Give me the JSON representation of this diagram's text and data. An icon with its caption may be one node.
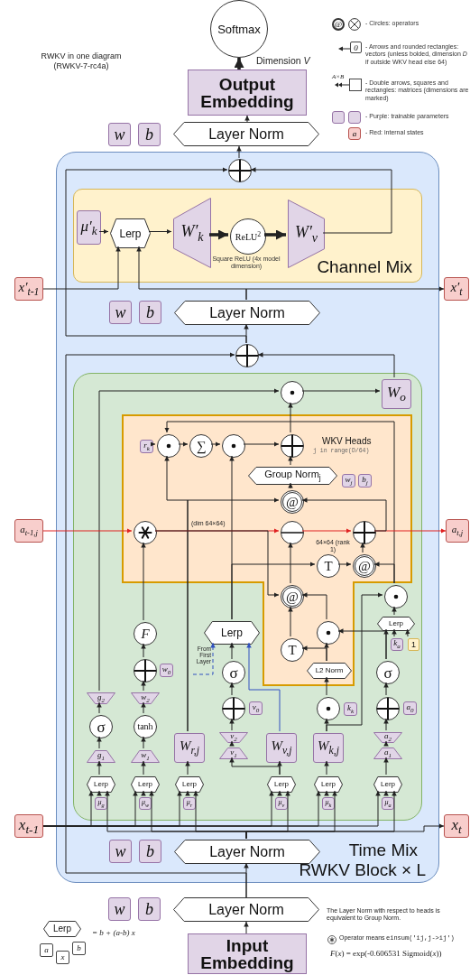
{
  "diagram": {
    "title": "RWKV in one diagram (RWKV-7-rc4a)",
    "nodes": [
      {
        "text": [
          "Softmax"
        ]
      },
      {
        "text": [
          "Output Embedding"
        ]
      },
      {
        "text": [
          "Layer Norm"
        ]
      },
      {
        "text": [
          "w"
        ]
      },
      {
        "text": [
          "b"
        ]
      },
      {
        "text": [
          "RWKV Block × L"
        ]
      },
      {
        "text": [],
        "shape": "circle",
        "in": 5
      },
      {
        "text": [
          "Channel Mix"
        ],
        "in": 5
      },
      {
        "text": [
          "μ′$_{k}$"
        ],
        "in": 7
      },
      {
        "text": [
          "Lerp"
        ],
        "in": 7
      },
      {
        "text": [
          "W′$_{k}$"
        ],
        "in": 7
      },
      {
        "text": [
          "ReLU$^{2}$"
        ],
        "beside": [
          "Square ReLU (4x model dimension)"
        ],
        "in": 7
      },
      {
        "text": [
          "W′$_{v}$"
        ],
        "in": 7
      },
      {
        "text": [
          "x′$_{t-1}$"
        ]
      },
      {
        "text": [
          "x′$_{t}$"
        ]
      },
      {
        "text": [
          "w"
        ],
        "in": 5
      },
      {
        "text": [
          "b"
        ],
        "in": 5
      },
      {
        "text": [
          "Layer Norm"
        ],
        "in": 5
      },
      {
        "text": [],
        "shape": "circle",
        "in": 5
      },
      {
        "text": [
          "Time Mix"
        ],
        "in": 5
      },
      {
        "text": [
          "W$_{o}$"
        ],
        "in": 19
      },
      {
        "text": [],
        "shape": "circle",
        "in": 19
      },
      {
        "text": [
          "WKV Heads",
          "j in range(D/64)"
        ],
        "in": 19
      },
      {
        "text": [
          "r$_{k}$"
        ],
        "in": 22
      },
      {
        "text": [],
        "shape": "circle",
        "in": 22
      },
      {
        "text": [
          "∑"
        ],
        "in": 22
      },
      {
        "text": [],
        "shape": "circle",
        "in": 22
      },
      {
        "text": [],
        "shape": "circle",
        "in": 22
      },
      {
        "text": [
          "Group Norm$_{j}$"
        ],
        "in": 22
      },
      {
        "text": [
          "w$_{j}$"
        ],
        "in": 22
      },
      {
        "text": [
          "b$_{j}$"
        ],
        "in": 22
      },
      {
        "text": [
          "@"
        ],
        "in": 22
      },
      {
        "text": [
          "a$_{t-1,j}$"
        ]
      },
      {
        "text": [],
        "shape": "circle",
        "in": 22
      },
      {
        "text": [],
        "shape": "circle",
        "in": 22
      },
      {
        "text": [],
        "shape": "circle",
        "in": 22
      },
      {
        "text": [
          "a$_{t,j}$"
        ]
      },
      {
        "text": [
          "T"
        ],
        "in": 22
      },
      {
        "text": [
          "@"
        ],
        "in": 22
      },
      {
        "text": [
          "@"
        ],
        "in": 22
      },
      {
        "text": [],
        "shape": "circle",
        "in": 22
      },
      {
        "text": [
          "T"
        ],
        "in": 22
      },
      {
        "text": [
          "L2 Norm"
        ],
        "in": 22
      },
      {
        "text": [],
        "shape": "circle",
        "in": 19
      },
      {
        "text": [
          "Lerp"
        ],
        "in": 19
      },
      {
        "text": [
          "k$_{a}$"
        ],
        "in": 19
      },
      {
        "text": [
          "1"
        ],
        "in": 19
      },
      {
        "text": [
          "F"
        ],
        "in": 19
      },
      {
        "text": [
          "Lerp"
        ],
        "in": 19
      },
      {
        "text": [
          "σ"
        ],
        "in": 19
      },
      {
        "text": [
          "σ"
        ],
        "in": 19
      },
      {
        "text": [],
        "shape": "circle",
        "in": 19
      },
      {
        "text": [
          "w$_{0}$"
        ],
        "in": 19
      },
      {
        "text": [],
        "shape": "circle",
        "in": 19
      },
      {
        "text": [
          "v$_{0}$"
        ],
        "in": 19
      },
      {
        "text": [],
        "shape": "circle",
        "in": 19
      },
      {
        "text": [
          "k$_{k}$"
        ],
        "in": 19
      },
      {
        "text": [],
        "shape": "circle",
        "in": 19
      },
      {
        "text": [
          "a$_{0}$"
        ],
        "in": 19
      },
      {
        "text": [
          "g$_{2}$"
        ],
        "in": 19
      },
      {
        "text": [
          "w$_{2}$"
        ],
        "in": 19
      },
      {
        "text": [
          "σ"
        ],
        "in": 19
      },
      {
        "text": [
          "tanh"
        ],
        "in": 19
      },
      {
        "text": [
          "W$_{r,j}$"
        ],
        "in": 19
      },
      {
        "text": [
          "v$_{2}$"
        ],
        "in": 19
      },
      {
        "text": [
          "W$_{v,j}$"
        ],
        "in": 19
      },
      {
        "text": [
          "W$_{k,j}$"
        ],
        "in": 19
      },
      {
        "text": [
          "a$_{2}$"
        ],
        "in": 19
      },
      {
        "text": [
          "g$_{1}$"
        ],
        "in": 19
      },
      {
        "text": [
          "w$_{1}$"
        ],
        "in": 19
      },
      {
        "text": [
          "v$_{1}$"
        ],
        "in": 19
      },
      {
        "text": [
          "a$_{1}$"
        ],
        "in": 19
      },
      {
        "text": [
          "Lerp"
        ],
        "in": 19
      },
      {
        "text": [
          "Lerp"
        ],
        "in": 19
      },
      {
        "text": [
          "Lerp"
        ],
        "in": 19
      },
      {
        "text": [
          "Lerp"
        ],
        "in": 19
      },
      {
        "text": [
          "Lerp"
        ],
        "in": 19
      },
      {
        "text": [
          "Lerp"
        ],
        "in": 19
      },
      {
        "text": [
          "μ$_{g}$"
        ],
        "in": 19
      },
      {
        "text": [
          "μ$_{w}$"
        ],
        "in": 19
      },
      {
        "text": [
          "μ$_{r}$"
        ],
        "in": 19
      },
      {
        "text": [
          "μ$_{v}$"
        ],
        "in": 19
      },
      {
        "text": [
          "μ$_{k}$"
        ],
        "in": 19
      },
      {
        "text": [
          "μ$_{a}$"
        ],
        "in": 19
      },
      {
        "text": [
          "x$_{t-1}$"
        ]
      },
      {
        "text": [
          "x$_{t}$"
        ]
      },
      {
        "text": [
          "w"
        ],
        "in": 5
      },
      {
        "text": [
          "b"
        ],
        "in": 5
      },
      {
        "text": [
          "Layer Norm"
        ],
        "in": 5
      },
      {
        "text": [
          "w"
        ]
      },
      {
        "text": [
          "b"
        ]
      },
      {
        "text": [
          "Layer Norm"
        ]
      },
      {
        "text": [
          "Input Embedding"
        ]
      },
      {
        "text": [
          "Lerp"
        ]
      },
      {
        "text": [
          "a"
        ]
      },
      {
        "text": [
          "x"
        ]
      },
      {
        "text": [
          "b"
        ]
      }
    ],
    "edges": [
      {
        "from": 92,
        "to": 91,
        "arrow": "to"
      },
      {
        "from": 91,
        "to": 88,
        "arrow": "to"
      },
      {
        "from": 91,
        "to": 18,
        "arrow": "to"
      },
      {
        "from": 88,
        "to": 72,
        "arrow": "to"
      },
      {
        "from": 88,
        "to": 73,
        "arrow": "to"
      },
      {
        "from": 88,
        "to": 74,
        "arrow": "to"
      },
      {
        "from": 88,
        "to": 75,
        "arrow": "to"
      },
      {
        "from": 88,
        "to": 76,
        "arrow": "to"
      },
      {
        "from": 88,
        "to": 77,
        "arrow": "to"
      },
      {
        "from": 88,
        "to": 85,
        "arrow": "to"
      },
      {
        "from": 84,
        "to": 72,
        "arrow": "to"
      },
      {
        "from": 84,
        "to": 73,
        "arrow": "to"
      },
      {
        "from": 84,
        "to": 74,
        "arrow": "to"
      },
      {
        "from": 84,
        "to": 75,
        "arrow": "to"
      },
      {
        "from": 84,
        "to": 76,
        "arrow": "to"
      },
      {
        "from": 84,
        "to": 77,
        "arrow": "to"
      },
      {
        "from": 78,
        "to": 72,
        "arrow": "to"
      },
      {
        "from": 79,
        "to": 73,
        "arrow": "to"
      },
      {
        "from": 80,
        "to": 74,
        "arrow": "to"
      },
      {
        "from": 81,
        "to": 75,
        "arrow": "to"
      },
      {
        "from": 82,
        "to": 76,
        "arrow": "to"
      },
      {
        "from": 83,
        "to": 77,
        "arrow": "to"
      },
      {
        "from": 72,
        "to": 68,
        "arrow": "to"
      },
      {
        "from": 68,
        "to": 61,
        "arrow": "to"
      },
      {
        "from": 61,
        "to": 59,
        "arrow": "to"
      },
      {
        "from": 59,
        "to": 21,
        "arrow": "to"
      },
      {
        "from": 73,
        "to": 69,
        "arrow": "to"
      },
      {
        "from": 69,
        "to": 62,
        "arrow": "to"
      },
      {
        "from": 62,
        "to": 60,
        "arrow": "to"
      },
      {
        "from": 60,
        "to": 51,
        "arrow": "to"
      },
      {
        "from": 51,
        "to": 47,
        "arrow": "to"
      },
      {
        "from": 47,
        "to": 33,
        "arrow": "to"
      },
      {
        "from": 74,
        "to": 63,
        "arrow": "to"
      },
      {
        "from": 63,
        "to": 31,
        "arrow": "to"
      },
      {
        "from": 63,
        "to": 24,
        "arrow": "to"
      },
      {
        "from": 75,
        "to": 65,
        "arrow": "to"
      },
      {
        "from": 75,
        "to": 70,
        "arrow": "to"
      },
      {
        "from": 70,
        "to": 64,
        "arrow": "to"
      },
      {
        "from": 64,
        "to": 53,
        "arrow": "to"
      },
      {
        "from": 53,
        "to": 49,
        "arrow": "to"
      },
      {
        "from": 49,
        "to": 48,
        "arrow": "to"
      },
      {
        "from": 65,
        "to": 48,
        "arrow": "to",
        "color": "#3050c0"
      },
      {
        "from": null,
        "to": 48,
        "arrow": "to",
        "style": "dashed",
        "color": "#3050c0",
        "label": "From First Layer"
      },
      {
        "from": 48,
        "to": 26,
        "arrow": "to"
      },
      {
        "from": 48,
        "to": 37,
        "arrow": "to"
      },
      {
        "from": 76,
        "to": 66,
        "arrow": "to"
      },
      {
        "from": 66,
        "to": 55,
        "arrow": "to"
      },
      {
        "from": 66,
        "to": 43,
        "arrow": "to"
      },
      {
        "from": 55,
        "to": 42,
        "arrow": "to"
      },
      {
        "from": 42,
        "to": 40,
        "arrow": "to"
      },
      {
        "from": 42,
        "to": 41,
        "arrow": "to"
      },
      {
        "from": 41,
        "to": 39,
        "arrow": "to"
      },
      {
        "from": 40,
        "to": 39,
        "arrow": "to"
      },
      {
        "from": 50,
        "to": 40,
        "arrow": "to"
      },
      {
        "from": 50,
        "to": 44,
        "arrow": "to"
      },
      {
        "from": 45,
        "to": 44,
        "arrow": "to"
      },
      {
        "from": 46,
        "to": 44,
        "arrow": "to"
      },
      {
        "from": 44,
        "to": 43,
        "arrow": "to"
      },
      {
        "from": 43,
        "to": 38,
        "arrow": "to"
      },
      {
        "from": 43,
        "to": 24,
        "arrow": "to"
      },
      {
        "from": 23,
        "to": 24,
        "arrow": "to"
      },
      {
        "from": 24,
        "to": 25,
        "arrow": "to"
      },
      {
        "from": 25,
        "to": 26,
        "arrow": "to"
      },
      {
        "from": 26,
        "to": 27,
        "arrow": "to"
      },
      {
        "from": 27,
        "to": 21,
        "arrow": "to"
      },
      {
        "from": 21,
        "to": 20,
        "arrow": "to"
      },
      {
        "from": 20,
        "to": 18,
        "arrow": "to"
      },
      {
        "from": 31,
        "to": 28,
        "arrow": "to"
      },
      {
        "from": 28,
        "to": 27,
        "arrow": "to"
      },
      {
        "from": 32,
        "to": 33,
        "arrow": "to",
        "color": "#e02020"
      },
      {
        "from": 33,
        "to": 34,
        "arrow": "to",
        "color": "#e02020"
      },
      {
        "from": 34,
        "to": 35,
        "arrow": "to",
        "color": "#e02020"
      },
      {
        "from": 35,
        "to": 36,
        "arrow": "to",
        "color": "#e02020"
      },
      {
        "from": 33,
        "to": 39,
        "arrow": "to"
      },
      {
        "from": 39,
        "to": 34,
        "arrow": "to"
      },
      {
        "from": 38,
        "to": 35,
        "arrow": "to"
      },
      {
        "from": 37,
        "to": 38,
        "arrow": "to"
      },
      {
        "from": 35,
        "to": 31,
        "arrow": "to"
      },
      {
        "from": 77,
        "to": 71,
        "arrow": "to"
      },
      {
        "from": 71,
        "to": 67,
        "arrow": "to"
      },
      {
        "from": 67,
        "to": 57,
        "arrow": "to"
      },
      {
        "from": 57,
        "to": 50,
        "arrow": "to"
      },
      {
        "from": 13,
        "to": 9,
        "arrow": "to"
      },
      {
        "from": 17,
        "to": 9,
        "arrow": "to"
      },
      {
        "from": 17,
        "to": 14,
        "arrow": "to"
      },
      {
        "from": 8,
        "to": 9,
        "arrow": "to"
      },
      {
        "from": 9,
        "to": 10,
        "arrow": "to"
      },
      {
        "from": 10,
        "to": 11,
        "arrow": "to",
        "style": "thick"
      },
      {
        "from": 11,
        "to": 12,
        "arrow": "to",
        "style": "thick"
      },
      {
        "from": 12,
        "to": 6,
        "arrow": "to"
      },
      {
        "from": 18,
        "to": 17,
        "arrow": "to"
      },
      {
        "from": 18,
        "to": 6,
        "arrow": "to"
      },
      {
        "from": 6,
        "to": 2,
        "arrow": "to"
      },
      {
        "from": 2,
        "to": 1,
        "arrow": "to"
      },
      {
        "from": 1,
        "to": 0,
        "arrow": "to",
        "style": "thick",
        "label": "Dimension *V*"
      }
    ],
    "labels": [
      "@",
      "0",
      "A×B",
      "a",
      "(dim 64×64)",
      "64×64 (rank 1)",
      "= b + (a-b) x",
      "The Layer Norm with respect to heads is equivalent to Group Norm.",
      "Operator means",
      "einsum('ij,j->ij')",
      "*F*(*x*) = exp(-0.606531 Sigmoid(*x*))"
    ],
    "legend": [
      {
        "text": "- Circles: operators"
      },
      {
        "text": "- Arrows and rounded rectangles: vectors (unless bolded, dimension *D* if outside WKV head else 64)"
      },
      {
        "text": "- Double arrows, squares and rectangles: matrices (dimensions are marked)"
      },
      {
        "text": "- Purple: trainable parameters",
        "color": "#e1d5e7"
      },
      {
        "text": "- Red: internal states",
        "color": "#f8cecc"
      }
    ]
  }
}
